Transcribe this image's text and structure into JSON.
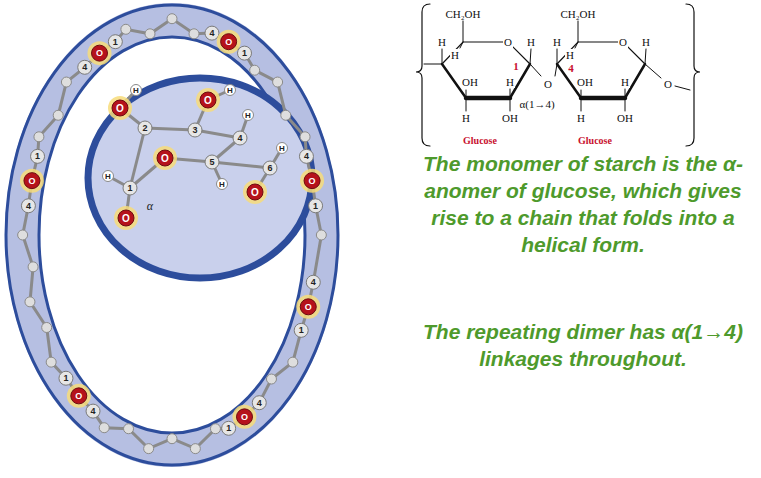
{
  "diagram": {
    "labels": [
      "CH₂OH",
      "H",
      "H",
      "O",
      "H",
      "OH",
      "H",
      "1",
      "O",
      "α(1→4)",
      "H",
      "OH",
      "CH₂OH",
      "H",
      "H",
      "O",
      "H",
      "4",
      "OH",
      "H",
      "O",
      "H",
      "OH",
      "Glucose",
      "Glucose",
      "The monomer of starch is the α-anomer of glucose, which gives rise to a chain that folds into a helical form.",
      "The repeating dimer has α(1→4) linkages throughout.",
      "O",
      "H",
      "2",
      "O",
      "H",
      "3",
      "4",
      "H",
      "5",
      "H",
      "O",
      "6",
      "H",
      "O",
      "1",
      "H",
      "α",
      "O",
      "4",
      "O",
      "1",
      "4",
      "O",
      "1",
      "4",
      "O",
      "1",
      "4",
      "O",
      "1",
      "4",
      "O",
      "1",
      "4",
      "O",
      "1",
      "4",
      "O",
      "1"
    ]
  }
}
